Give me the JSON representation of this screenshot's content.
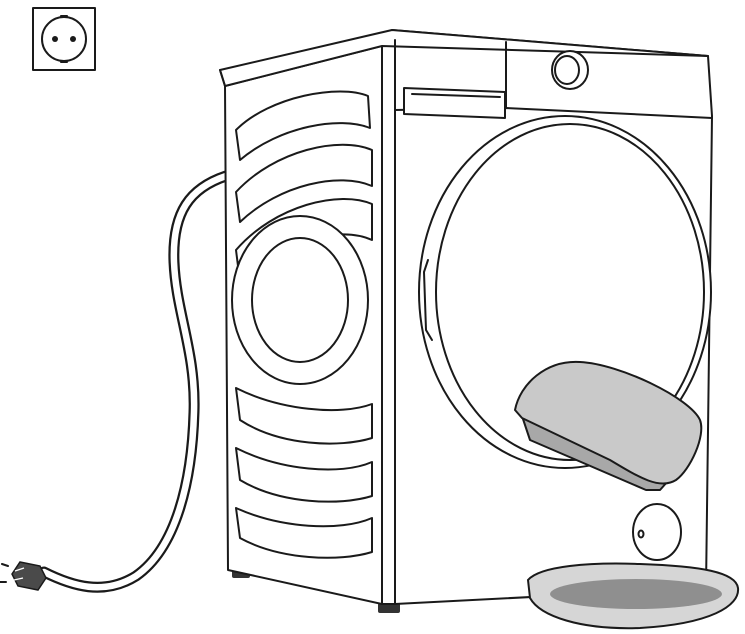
{
  "figure": {
    "socket_icon": "power-socket-icon",
    "appliance": "front-loading-dryer",
    "parts": {
      "power_cord": "power-cord",
      "plug": "plug-icon",
      "drum_door": "drum-door",
      "condenser_flap": "maintenance-flap",
      "control_knob": "control-knob",
      "detergent_drawer": "detergent-drawer",
      "water_tray": "water-tray",
      "side_vents": "side-vent"
    },
    "colors": {
      "line": "#1a1a1a",
      "flap_fill": "#c9c9c9",
      "flap_side": "#a8a8a8",
      "tray_fill": "#d6d6d6",
      "tray_water": "#8f8f8f",
      "background": "#ffffff"
    }
  }
}
